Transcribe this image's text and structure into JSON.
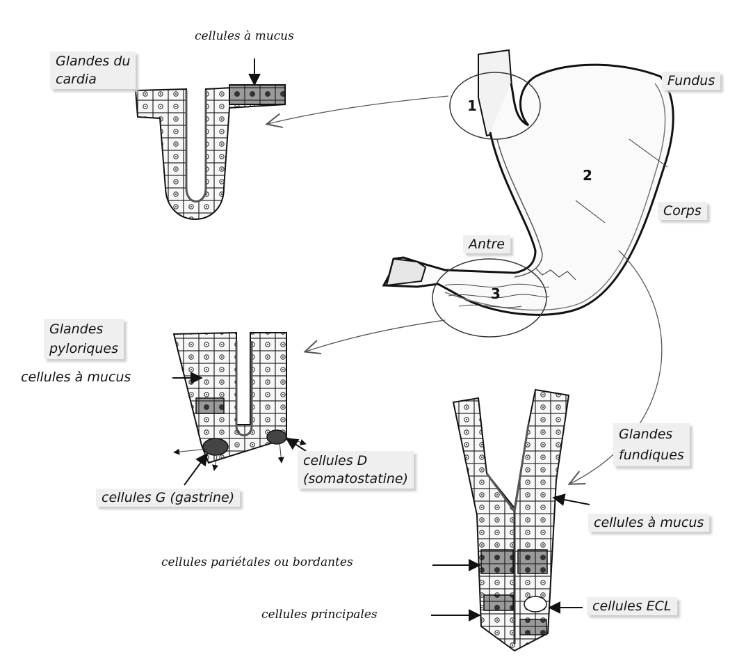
{
  "labels": {
    "cellules_mucus_top": "cellules à mucus",
    "glandes_cardia_l1": "Glandes du",
    "glandes_cardia_l2": "cardia",
    "fundus": "Fundus",
    "corps": "Corps",
    "antre": "Antre",
    "glandes_pyloriques_l1": "Glandes",
    "glandes_pyloriques_l2": "pyloriques",
    "cellules_mucus_pylor": "cellules à mucus",
    "cellules_d_l1": "cellules D",
    "cellules_d_l2": "(somatostatine)",
    "cellules_g": "cellules G (gastrine)",
    "glandes_fundiques_l1": "Glandes",
    "glandes_fundiques_l2": "fundiques",
    "cellules_mucus_fund": "cellules à mucus",
    "cellules_parietales": "cellules pariétales ou bordantes",
    "cellules_ecl": "cellules ECL",
    "cellules_principales": "cellules principales"
  },
  "region_numbers": {
    "cardia": "1",
    "corps": "2",
    "antre": "3"
  }
}
